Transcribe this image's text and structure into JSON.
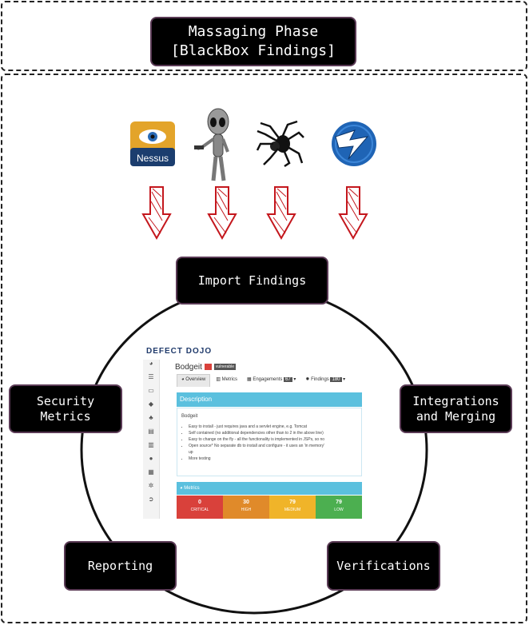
{
  "title": "Massaging Phase\n[BlackBox Findings]",
  "tools": [
    {
      "name": "nessus",
      "label": "Nessus"
    },
    {
      "name": "alien",
      "label": ""
    },
    {
      "name": "spider",
      "label": ""
    },
    {
      "name": "zap",
      "label": ""
    }
  ],
  "stages": {
    "import": "Import Findings",
    "integrations": "Integrations\nand Merging",
    "verifications": "Verifications",
    "reporting": "Reporting",
    "metrics": "Security\nMetrics"
  },
  "defectdojo": {
    "logo": "DEFECT DOJO",
    "product": "Bodgeit",
    "badge_red": "",
    "badge_dark": "vulnerable",
    "tabs": [
      {
        "label": "Overview"
      },
      {
        "label": "Metrics"
      },
      {
        "label": "Engagements",
        "count": "67"
      },
      {
        "label": "Findings",
        "count": "180"
      }
    ],
    "description_header": "Description",
    "description_title": "Bodgeit",
    "bullets": [
      "Easy to install - just requires java and a servlet engine, e.g. Tomcat",
      "Self contained (no additional dependencies other than to 2 in the above line)",
      "Easy to change on the fly - all the functionality is implemented in JSPs, so no",
      "Open source* No separate db to install and configure - it uses an 'in memory'",
      "up",
      "More testing"
    ],
    "metrics_header": "Metrics",
    "metrics": [
      {
        "value": "0",
        "label": "CRITICAL",
        "color": "#d9413b"
      },
      {
        "value": "30",
        "label": "HIGH",
        "color": "#e08a2a"
      },
      {
        "value": "79",
        "label": "MEDIUM",
        "color": "#f0b429"
      },
      {
        "value": "79",
        "label": "LOW",
        "color": "#4caf50"
      }
    ]
  }
}
